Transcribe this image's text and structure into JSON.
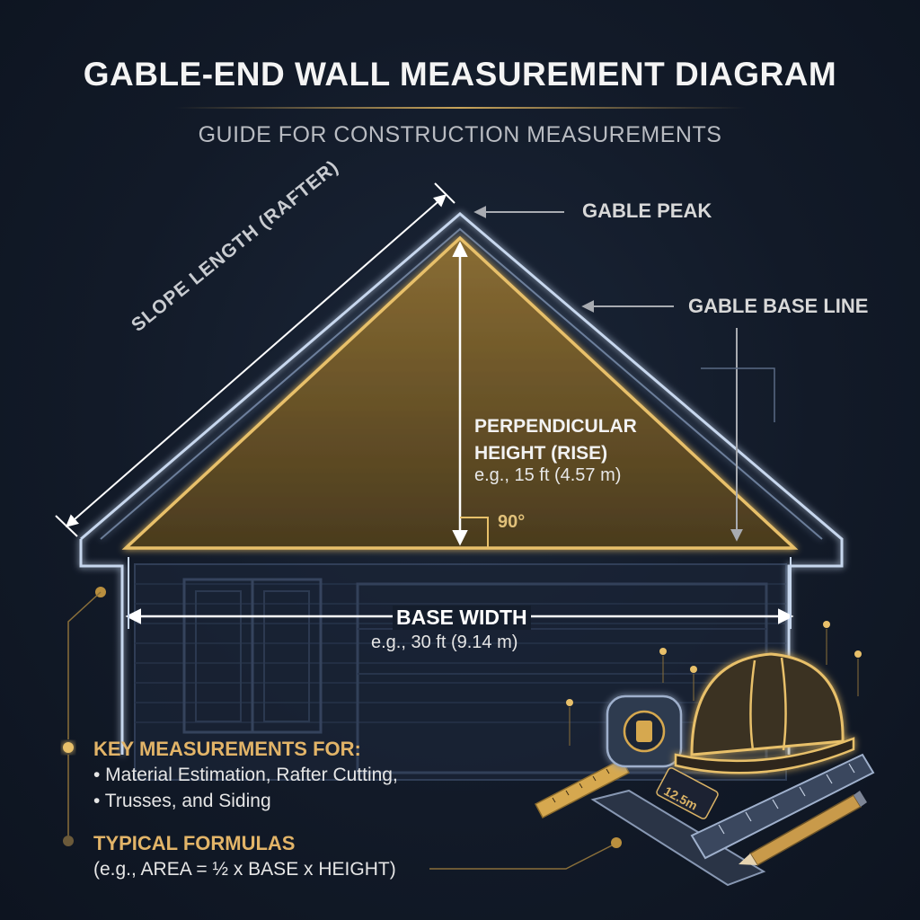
{
  "header": {
    "title": "GABLE-END WALL MEASUREMENT DIAGRAM",
    "subtitle": "GUIDE FOR CONSTRUCTION MEASUREMENTS"
  },
  "labels": {
    "gable_peak": "GABLE PEAK",
    "gable_base_line": "GABLE BASE LINE",
    "slope_length": "SLOPE LENGTH (RAFTER)",
    "perpendicular_line1": "PERPENDICULAR",
    "perpendicular_line2": "HEIGHT (RISE)",
    "perpendicular_example": "e.g., 15 ft (4.57 m)",
    "right_angle": "90°",
    "base_width": "BASE WIDTH",
    "base_width_example": "e.g., 30 ft (9.14 m)",
    "tape_reading": "12.5m"
  },
  "notes": {
    "key_heading": "KEY MEASUREMENTS FOR:",
    "key_items": [
      "• Material Estimation, Rafter Cutting,",
      "• Trusses, and Siding"
    ],
    "formulas_heading": "TYPICAL FORMULAS",
    "formulas_text": "(e.g., AREA = ½ x BASE x HEIGHT)"
  },
  "colors": {
    "background": "#121a28",
    "outline": "#c7d7ee",
    "gold": "#e8c06a",
    "gold_fill": "#6b5529",
    "text": "#e6e6e6"
  },
  "icons": [
    "tape-measure-icon",
    "hard-hat-icon",
    "carpenter-square-icon",
    "pencil-icon"
  ]
}
